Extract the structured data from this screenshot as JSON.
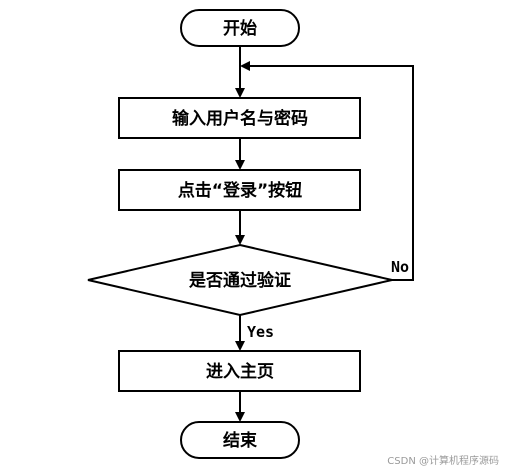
{
  "flowchart": {
    "start": "开始",
    "input": "输入用户名与密码",
    "click": "点击“登录”按钮",
    "decision": "是否通过验证",
    "yes_label": "Yes",
    "no_label": "No",
    "home": "进入主页",
    "end": "结束"
  },
  "watermark": "CSDN @计算机程序源码"
}
